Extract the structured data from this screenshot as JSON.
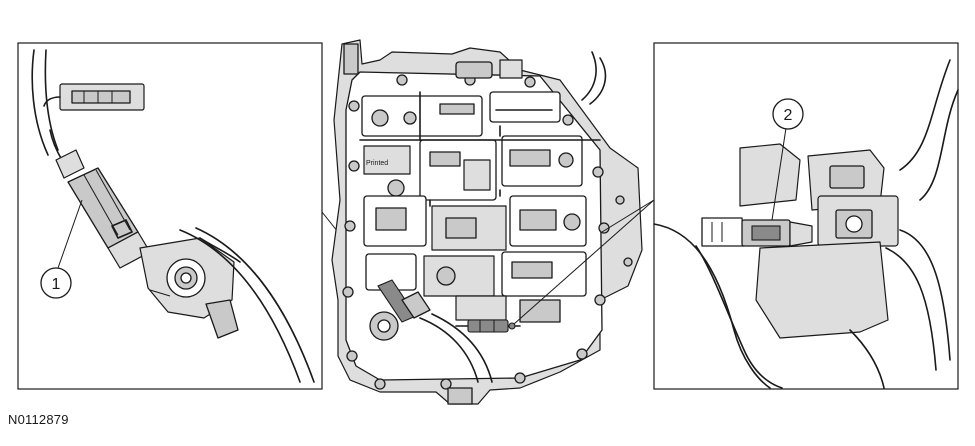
{
  "figure": {
    "id_label": "N0112879",
    "callouts": [
      {
        "number": "1"
      },
      {
        "number": "2"
      }
    ],
    "plate_label": "Printed"
  },
  "colors": {
    "line": "#1a1a1a",
    "fill_mid": "#c9c9c9",
    "fill_light": "#dedede",
    "background": "#ffffff"
  }
}
